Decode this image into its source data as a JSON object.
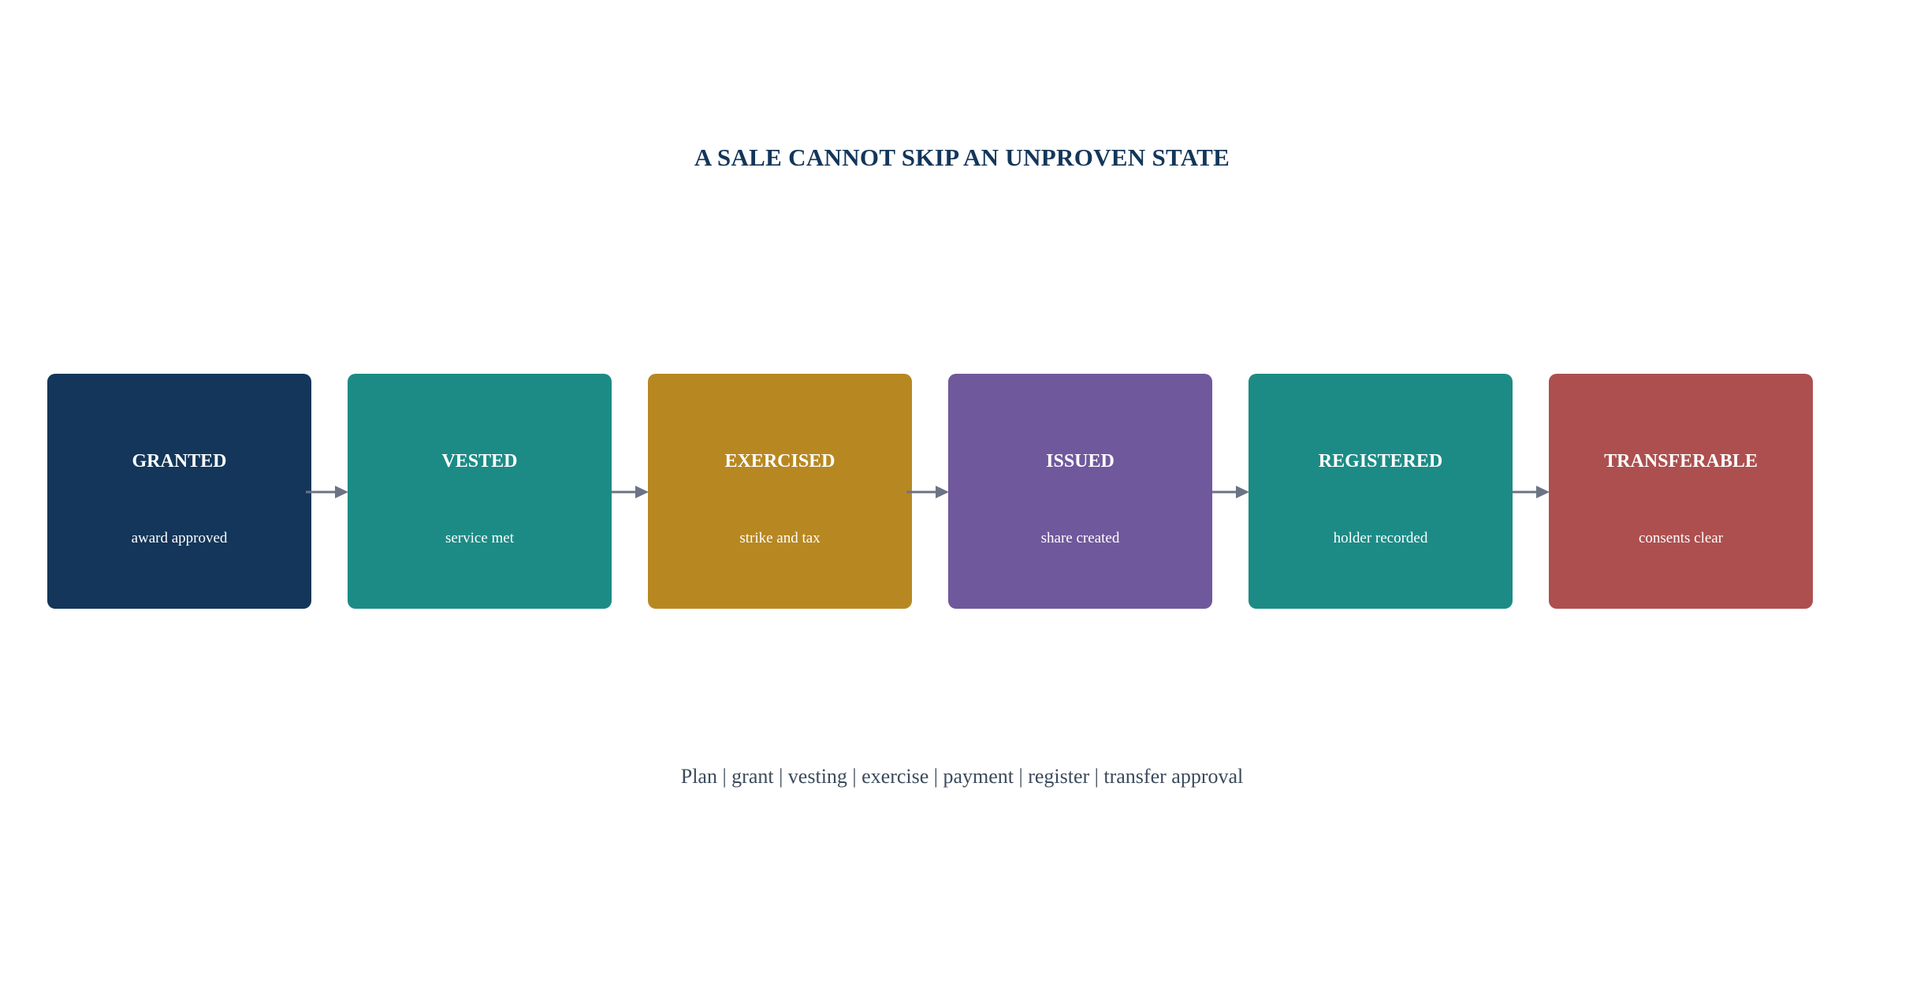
{
  "title": "A SALE CANNOT SKIP AN UNPROVEN STATE",
  "states": [
    {
      "name": "GRANTED",
      "description": "award approved",
      "color": "#13365a"
    },
    {
      "name": "VESTED",
      "description": "service met",
      "color": "#1c8b86"
    },
    {
      "name": "EXERCISED",
      "description": "strike and tax",
      "color": "#b78822"
    },
    {
      "name": "ISSUED",
      "description": "share created",
      "color": "#70589c"
    },
    {
      "name": "REGISTERED",
      "description": "holder recorded",
      "color": "#1c8b86"
    },
    {
      "name": "TRANSFERABLE",
      "description": "consents clear",
      "color": "#ad4f4f"
    }
  ],
  "arrow_color": "#6b7385",
  "footer": "Plan | grant | vesting | exercise | payment | register | transfer approval"
}
